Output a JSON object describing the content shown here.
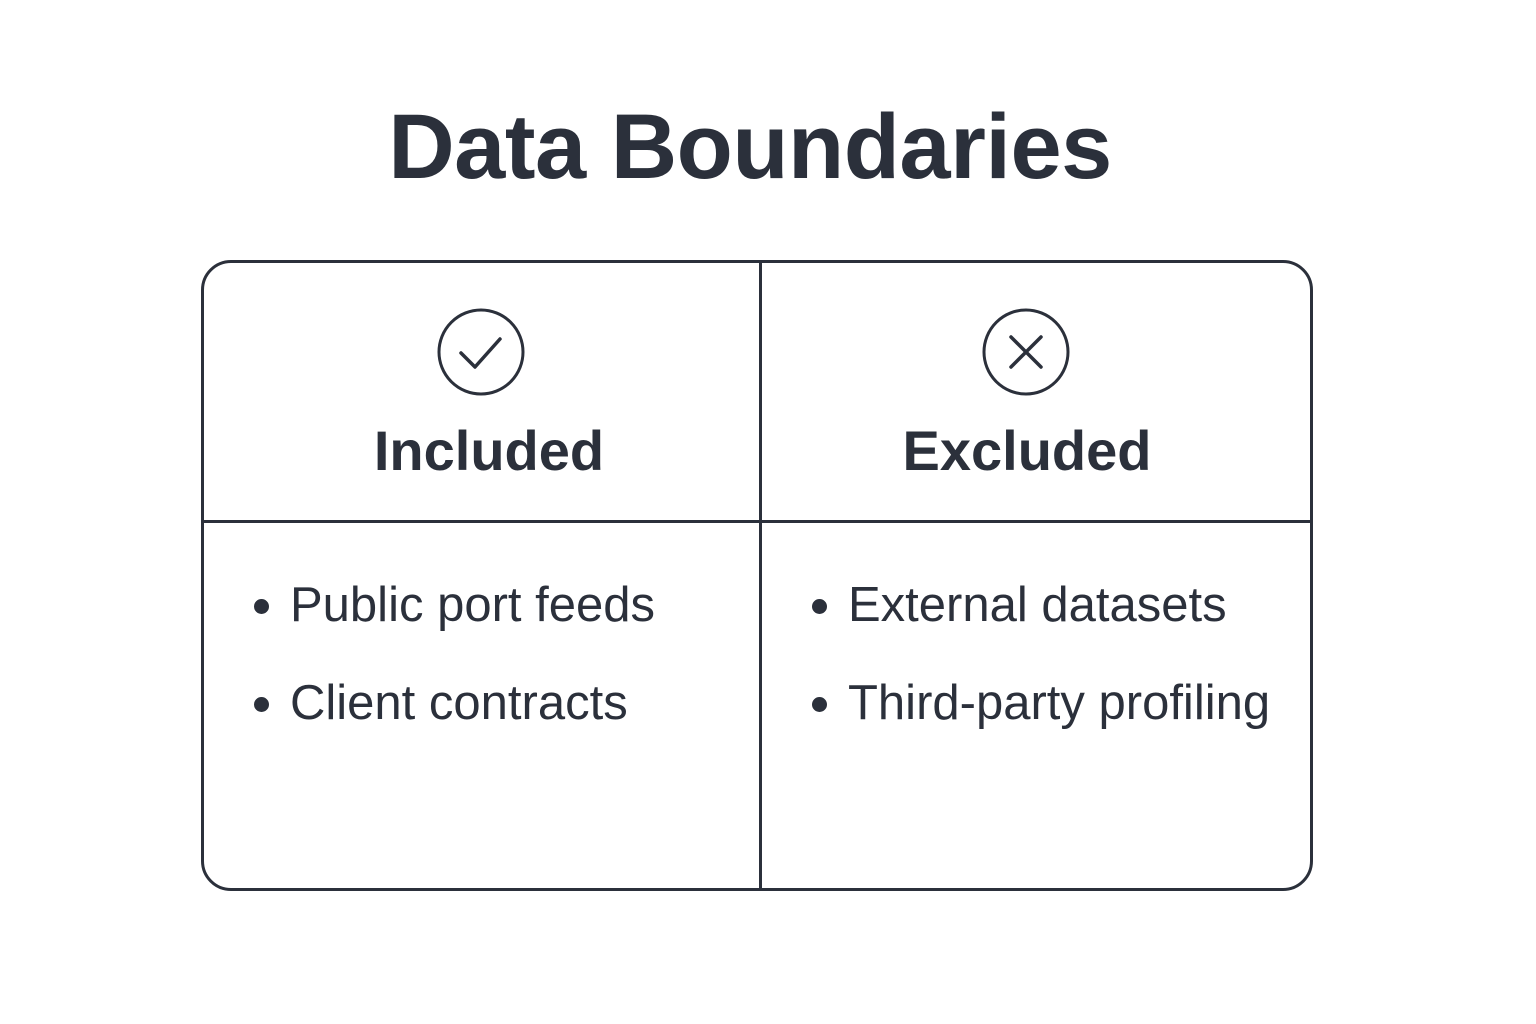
{
  "title": "Data Boundaries",
  "colors": {
    "ink": "#2b303b",
    "background": "#ffffff"
  },
  "columns": [
    {
      "heading": "Included",
      "icon": "check-circle-icon",
      "items": [
        "Public port feeds",
        "Client contracts"
      ]
    },
    {
      "heading": "Excluded",
      "icon": "x-circle-icon",
      "items": [
        "External datasets",
        "Third-party profiling"
      ]
    }
  ]
}
